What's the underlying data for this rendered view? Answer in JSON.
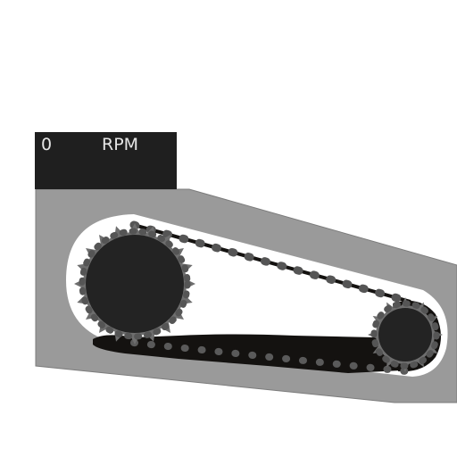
{
  "rpm_display": {
    "value": "0",
    "unit": "RPM"
  },
  "colors": {
    "housing": "#9a9a9a",
    "cavity": "#ffffff",
    "chain": "#141210",
    "chain_roller": "#5a5a5a",
    "sprocket_tooth": "#6e6e6e",
    "sprocket_hub": "#232323",
    "panel": "#1f1f1f",
    "panel_text": "#e6e6e6"
  },
  "drivetrain": {
    "large_sprocket": {
      "teeth": 20
    },
    "small_sprocket": {
      "teeth": 12
    },
    "chain": {
      "state": "stationary"
    }
  }
}
